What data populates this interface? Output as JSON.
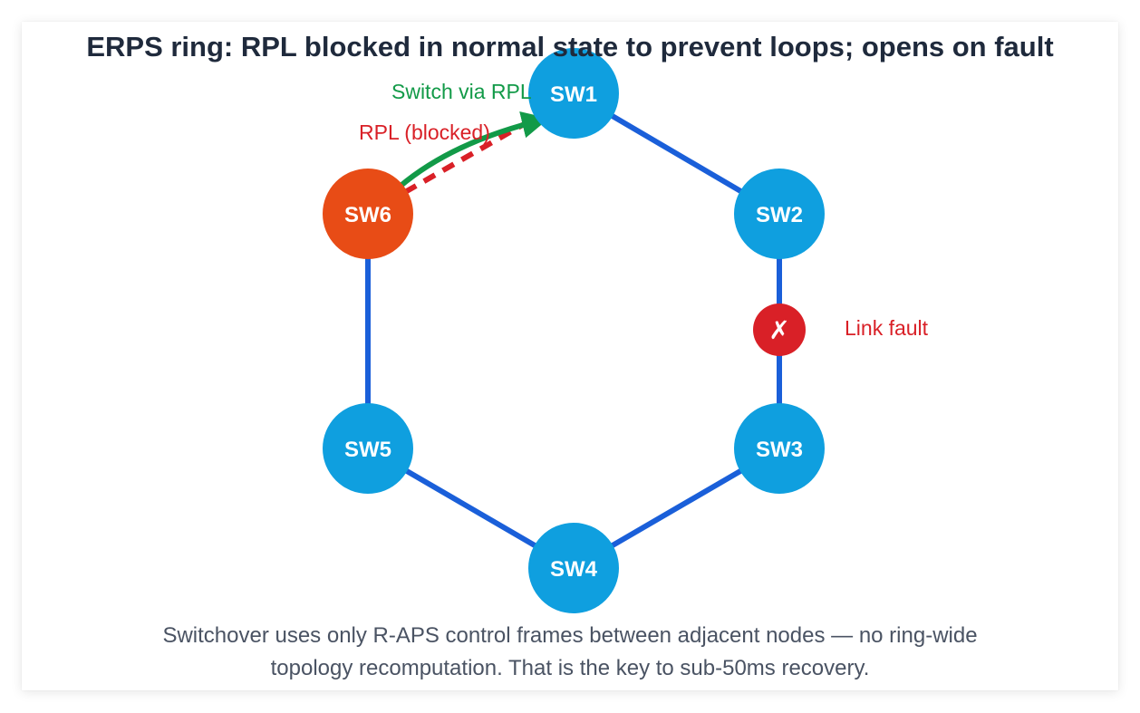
{
  "title": "ERPS ring: RPL blocked in normal state to prevent loops; opens on fault",
  "colors": {
    "ring_link": "#1a5fd9",
    "node": "#0f9fdf",
    "rpl_owner": "#e84c16",
    "fault": "#d92027",
    "switch_path": "#129a48",
    "blocked": "#d92027",
    "text": "#1f2a3c",
    "caption": "#4a5363"
  },
  "nodes": [
    {
      "id": "sw1",
      "label": "SW1",
      "role": "normal"
    },
    {
      "id": "sw2",
      "label": "SW2",
      "role": "normal"
    },
    {
      "id": "sw3",
      "label": "SW3",
      "role": "normal"
    },
    {
      "id": "sw4",
      "label": "SW4",
      "role": "normal"
    },
    {
      "id": "sw5",
      "label": "SW5",
      "role": "normal"
    },
    {
      "id": "sw6",
      "label": "SW6",
      "role": "rpl-owner"
    }
  ],
  "links": [
    {
      "from": "SW1",
      "to": "SW2",
      "state": "up"
    },
    {
      "from": "SW2",
      "to": "SW3",
      "state": "fault"
    },
    {
      "from": "SW3",
      "to": "SW4",
      "state": "up"
    },
    {
      "from": "SW4",
      "to": "SW5",
      "state": "up"
    },
    {
      "from": "SW5",
      "to": "SW6",
      "state": "up"
    },
    {
      "from": "SW6",
      "to": "SW1",
      "state": "rpl-blocked"
    }
  ],
  "annotations": {
    "rpl_label": "RPL (blocked)",
    "switch_label": "Switch via RPL",
    "fault_label": "Link fault",
    "fault_glyph": "✗"
  },
  "caption": {
    "line1": "Switchover uses only R‑APS control frames between adjacent nodes — no ring‑wide",
    "line2": "topology recomputation. That is the key to sub‑50ms recovery."
  }
}
